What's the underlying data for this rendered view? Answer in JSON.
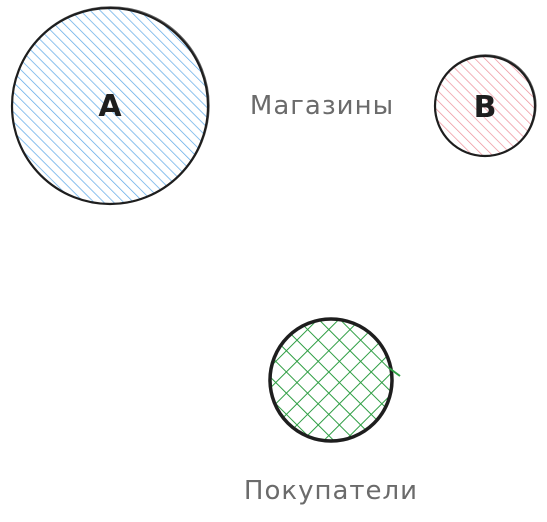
{
  "diagram": {
    "nodes": [
      {
        "id": "A",
        "label": "A",
        "fill_color": "#5aa6e6",
        "stroke_color": "#1e1e1e",
        "pattern": "diagonal-hatch"
      },
      {
        "id": "B",
        "label": "B",
        "fill_color": "#ec8e98",
        "stroke_color": "#1e1e1e",
        "pattern": "diagonal-hatch"
      },
      {
        "id": "buyers",
        "label": "",
        "fill_color": "#2f9e44",
        "stroke_color": "#1e1e1e",
        "pattern": "cross-hatch"
      }
    ],
    "labels": {
      "stores": "Магазины",
      "buyers": "Покупатели"
    }
  }
}
